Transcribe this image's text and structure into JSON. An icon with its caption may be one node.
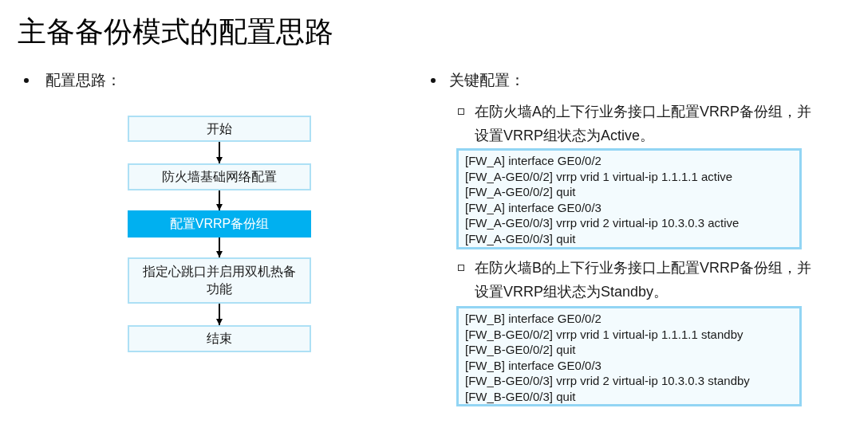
{
  "diagram": {
    "title": "主备备份模式的配置思路",
    "nodes": [
      {
        "text": [
          "开始"
        ]
      },
      {
        "text": [
          "防火墙基础网络配置"
        ]
      },
      {
        "text": [
          "配置VRRP备份组"
        ]
      },
      {
        "text": [
          "指定心跳口并启用双机热备功能"
        ]
      },
      {
        "text": [
          "结束"
        ]
      },
      {
        "text": [
          "[FW_A] interface GE0/0/2",
          "[FW_A-GE0/0/2] vrrp vrid 1 virtual-ip 1.1.1.1 active",
          "[FW_A-GE0/0/2] quit",
          "[FW_A] interface GE0/0/3",
          "[FW_A-GE0/0/3] vrrp vrid 2 virtual-ip 10.3.0.3 active",
          "[FW_A-GE0/0/3] quit"
        ]
      },
      {
        "text": [
          "[FW_B] interface GE0/0/2",
          "[FW_B-GE0/0/2] vrrp vrid 1 virtual-ip 1.1.1.1 standby",
          "[FW_B-GE0/0/2] quit",
          "[FW_B] interface GE0/0/3",
          "[FW_B-GE0/0/3] vrrp vrid 2 virtual-ip 10.3.0.3 standby",
          "[FW_B-GE0/0/3] quit"
        ]
      }
    ],
    "edges": [
      {
        "from": 0,
        "to": 1,
        "arrow": "to"
      },
      {
        "from": 1,
        "to": 2,
        "arrow": "to"
      },
      {
        "from": 2,
        "to": 3,
        "arrow": "to"
      },
      {
        "from": 3,
        "to": 4,
        "arrow": "to"
      }
    ],
    "labels": [
      "配置思路：",
      "关键配置：",
      "在防火墙A的上下行业务接口上配置VRRP备份组，并设置VRRP组状态为Active。",
      "在防火墙B的上下行业务接口上配置VRRP备份组，并设置VRRP组状态为Standby。"
    ]
  }
}
